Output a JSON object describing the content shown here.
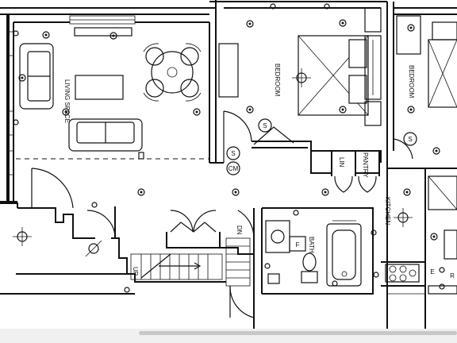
{
  "rooms": {
    "living": "LIVING SPACE",
    "bedroom_1": "BEDROOM",
    "bedroom_2": "BEDROOM",
    "kitchen": "KITCHEN",
    "bath": "BATH",
    "linen": "LIN",
    "pantry": "PANTRY"
  },
  "fixtures": {
    "smoke_1": "S",
    "smoke_2": "S",
    "smoke_3": "S",
    "carbon_monoxide": "CM",
    "furnace": "F"
  },
  "stairs": {
    "up": "UP",
    "down": "DN"
  },
  "appliances": {
    "range": "E",
    "fridge": "R"
  }
}
